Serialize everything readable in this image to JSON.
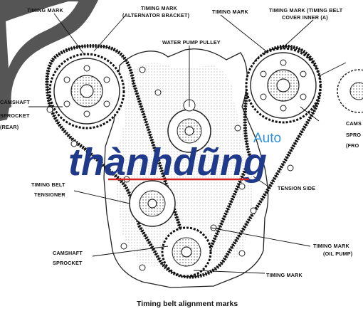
{
  "callouts": {
    "timing_mark_top_left": "TIMING MARK",
    "timing_mark_alt_line1": "TIMING MARK",
    "timing_mark_alt_line2": "(ALTERNATOR BRACKET)",
    "timing_mark_top_center": "TIMING MARK",
    "timing_mark_belt_cover_line1": "TIMING MARK (TIMING BELT",
    "timing_mark_belt_cover_line2": "COVER INNER (A)",
    "water_pump_pulley": "WATER PUMP PULLEY",
    "camshaft_rear_line1": "CAMSHAFT",
    "camshaft_rear_line2": "SPROCKET",
    "camshaft_rear_line3": "(REAR)",
    "camshaft_front_line1": "CAMS",
    "camshaft_front_line2": "SPRO",
    "camshaft_front_line3": "(FRO",
    "tensioner_line1": "TIMING BELT",
    "tensioner_line2": "TENSIONER",
    "tension_side": "TENSION SIDE",
    "crank_sprocket_line1": "CAMSHAFT",
    "crank_sprocket_line2": "SPROCKET",
    "timing_mark_oil_pump_line1": "TIMING MARK",
    "timing_mark_oil_pump_line2": "(OIL PUMP)",
    "timing_mark_bottom": "TIMING MARK"
  },
  "caption": "Timing belt alignment marks",
  "watermark": {
    "brand": "thànhdũng",
    "sub": "Auto",
    "brand_color": "#1f3a8a",
    "sub_color": "#2f8fd8",
    "accent_color": "#d42020"
  }
}
